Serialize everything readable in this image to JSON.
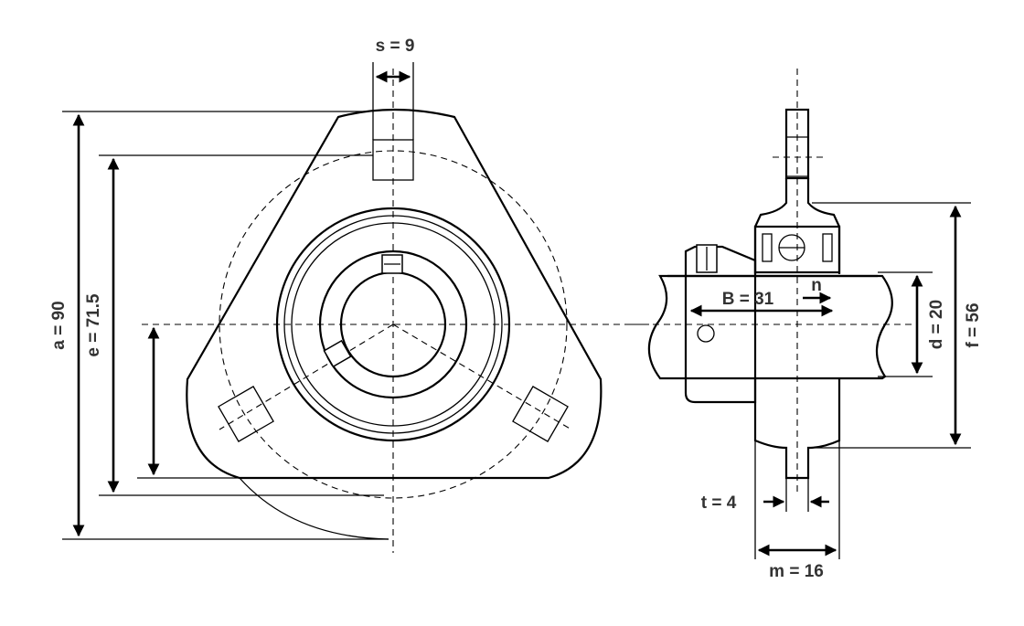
{
  "labels": {
    "s": "s = 9",
    "a": "a = 90",
    "e": "e = 71.5",
    "B": "B = 31",
    "n": "n",
    "d": "d = 20",
    "f": "f = 56",
    "t": "t = 4",
    "m": "m = 16"
  },
  "colors": {
    "line": "#000000",
    "label": "#333333",
    "background": "#ffffff"
  }
}
